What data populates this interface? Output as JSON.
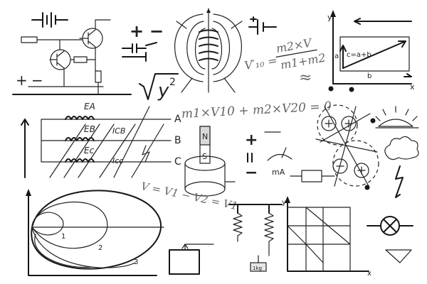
{
  "formulas": {
    "velocity_top_num": "m2×V",
    "velocity_top_lhs": "V′₁₀ =",
    "velocity_top_den": "m1+m2",
    "approx": "≈",
    "sqrt_expr": "y",
    "sqrt_exp": "2",
    "momentum": "m1×V10 + m2×V20 = 0",
    "relative_velocity": "V = V1 − V2 = V1"
  },
  "labels": {
    "plus_top": "+",
    "minus_top": "−",
    "plus_left": "+",
    "minus_left": "−",
    "phase_a": "A",
    "phase_b": "B",
    "phase_c": "C",
    "ea": "EA",
    "eb": "EB",
    "ec": "Ec",
    "icb": "ICB",
    "icc": "Icc",
    "magnet_n": "N",
    "magnet_s": "S",
    "plus_mid": "+",
    "minus_mid": "−",
    "ma": "mA",
    "curve_1": "1",
    "curve_2": "2",
    "curve_3": "3",
    "vector_eq": "c=a+b",
    "vec_a": "a",
    "vec_b": "b",
    "axis_y": "y",
    "axis_x": "x",
    "grid_y": "y",
    "grid_x": "x",
    "weight": "1kg"
  },
  "colors": {
    "ink": "#161616",
    "pencil": "#666666"
  }
}
